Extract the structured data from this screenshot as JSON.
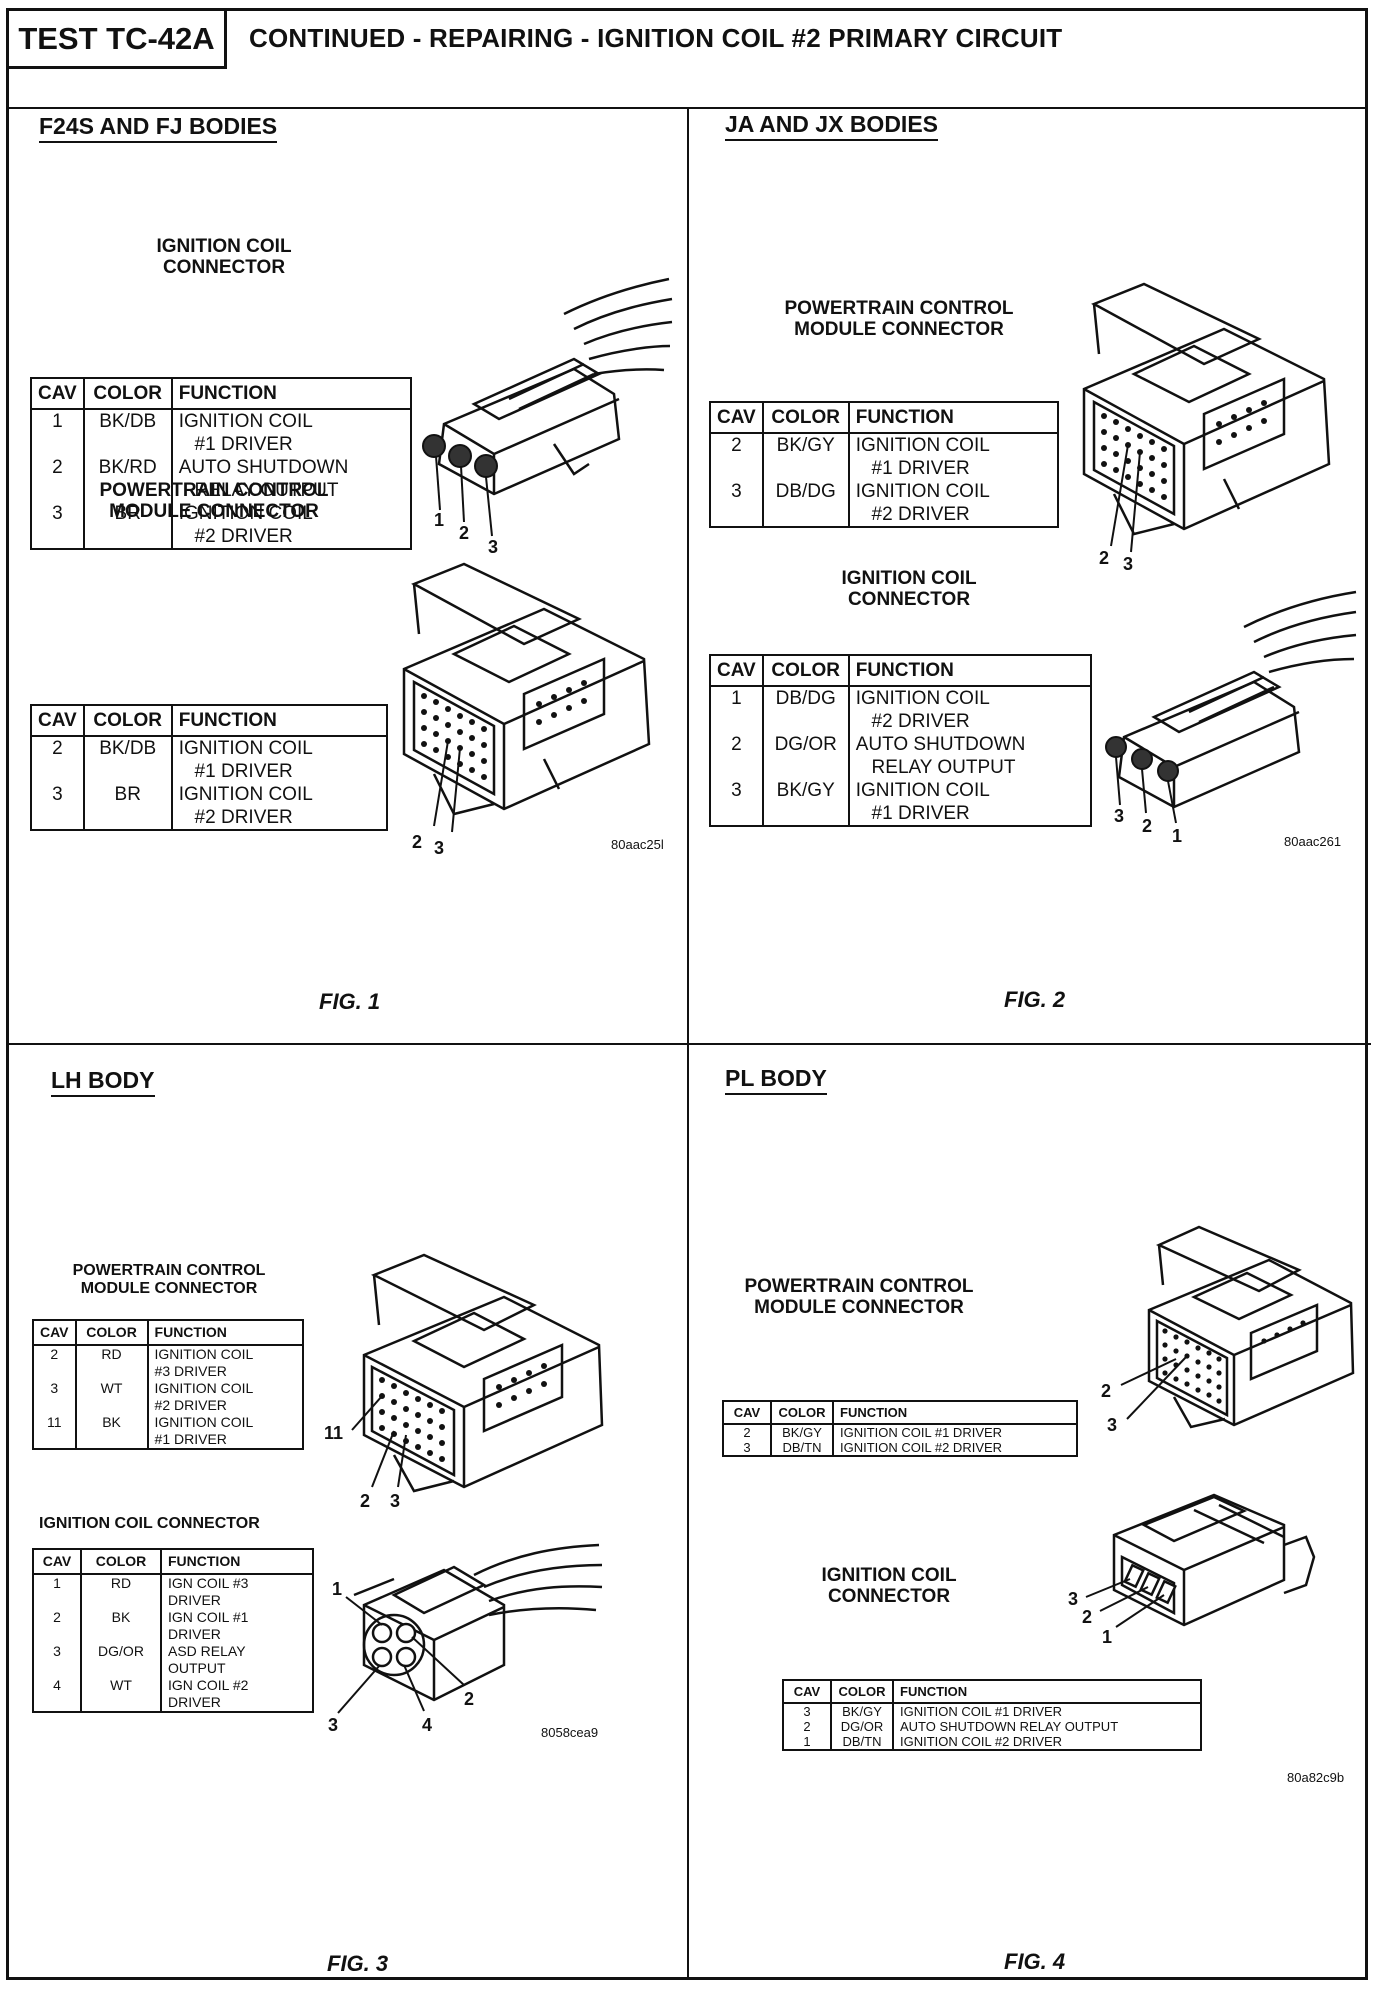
{
  "header": {
    "test_id": "TEST TC-42A",
    "title": "CONTINUED - REPAIRING - IGNITION COIL #2 PRIMARY CIRCUIT"
  },
  "fig1": {
    "panel_title": "F24S AND FJ BODIES",
    "coil_title": "IGNITION COIL\nCONNECTOR",
    "coil_headers": [
      "CAV",
      "COLOR",
      "FUNCTION"
    ],
    "coil_rows": [
      {
        "cav": "1",
        "color": "BK/DB",
        "function": "IGNITION COIL\n   #1 DRIVER"
      },
      {
        "cav": "2",
        "color": "BK/RD",
        "function": "AUTO SHUTDOWN\n   RELAY OUTPUT"
      },
      {
        "cav": "3",
        "color": "BR",
        "function": "IGNITION COIL\n   #2 DRIVER"
      }
    ],
    "coil_pins": [
      "1",
      "2",
      "3"
    ],
    "pcm_title": "POWERTRAIN CONTROL\nMODULE CONNECTOR",
    "pcm_headers": [
      "CAV",
      "COLOR",
      "FUNCTION"
    ],
    "pcm_rows": [
      {
        "cav": "2",
        "color": "BK/DB",
        "function": "IGNITION COIL\n   #1 DRIVER"
      },
      {
        "cav": "3",
        "color": "BR",
        "function": "IGNITION COIL\n   #2 DRIVER"
      }
    ],
    "pcm_pins": [
      "2",
      "3"
    ],
    "code": "80aac25l",
    "caption": "FIG. 1"
  },
  "fig2": {
    "panel_title": "JA AND JX BODIES",
    "pcm_title": "POWERTRAIN CONTROL\nMODULE CONNECTOR",
    "pcm_headers": [
      "CAV",
      "COLOR",
      "FUNCTION"
    ],
    "pcm_rows": [
      {
        "cav": "2",
        "color": "BK/GY",
        "function": "IGNITION COIL\n   #1 DRIVER"
      },
      {
        "cav": "3",
        "color": "DB/DG",
        "function": "IGNITION COIL\n   #2 DRIVER"
      }
    ],
    "pcm_pins": [
      "2",
      "3"
    ],
    "coil_title": "IGNITION COIL\nCONNECTOR",
    "coil_headers": [
      "CAV",
      "COLOR",
      "FUNCTION"
    ],
    "coil_rows": [
      {
        "cav": "1",
        "color": "DB/DG",
        "function": "IGNITION COIL\n   #2 DRIVER"
      },
      {
        "cav": "2",
        "color": "DG/OR",
        "function": "AUTO SHUTDOWN\n   RELAY OUTPUT"
      },
      {
        "cav": "3",
        "color": "BK/GY",
        "function": "IGNITION COIL\n   #1 DRIVER"
      }
    ],
    "coil_pins": [
      "3",
      "2",
      "1"
    ],
    "code": "80aac261",
    "caption": "FIG. 2"
  },
  "fig3": {
    "panel_title": "LH BODY",
    "pcm_title": "POWERTRAIN CONTROL\nMODULE CONNECTOR",
    "pcm_headers": [
      "CAV",
      "COLOR",
      "FUNCTION"
    ],
    "pcm_rows": [
      {
        "cav": "2",
        "color": "RD",
        "function": "IGNITION COIL\n#3 DRIVER"
      },
      {
        "cav": "3",
        "color": "WT",
        "function": "IGNITION COIL\n#2 DRIVER"
      },
      {
        "cav": "11",
        "color": "BK",
        "function": "IGNITION COIL\n#1 DRIVER"
      }
    ],
    "pcm_pins": [
      "11",
      "2",
      "3"
    ],
    "coil_title": "IGNITION COIL CONNECTOR",
    "coil_headers": [
      "CAV",
      "COLOR",
      "FUNCTION"
    ],
    "coil_rows": [
      {
        "cav": "1",
        "color": "RD",
        "function": "IGN COIL #3\nDRIVER"
      },
      {
        "cav": "2",
        "color": "BK",
        "function": "IGN COIL #1\nDRIVER"
      },
      {
        "cav": "3",
        "color": "DG/OR",
        "function": "ASD RELAY\nOUTPUT"
      },
      {
        "cav": "4",
        "color": "WT",
        "function": "IGN COIL #2\nDRIVER"
      }
    ],
    "coil_pins": [
      "1",
      "2",
      "3",
      "4"
    ],
    "code": "8058cea9",
    "caption": "FIG. 3"
  },
  "fig4": {
    "panel_title": "PL BODY",
    "pcm_title": "POWERTRAIN CONTROL\nMODULE CONNECTOR",
    "pcm_headers": [
      "CAV",
      "COLOR",
      "FUNCTION"
    ],
    "pcm_rows": [
      {
        "cav": "2",
        "color": "BK/GY",
        "function": "IGNITION COIL #1 DRIVER"
      },
      {
        "cav": "3",
        "color": "DB/TN",
        "function": "IGNITION COIL #2 DRIVER"
      }
    ],
    "pcm_pins": [
      "2",
      "3"
    ],
    "coil_title": "IGNITION COIL\nCONNECTOR",
    "coil_headers": [
      "CAV",
      "COLOR",
      "FUNCTION"
    ],
    "coil_rows": [
      {
        "cav": "3",
        "color": "BK/GY",
        "function": "IGNITION COIL #1 DRIVER"
      },
      {
        "cav": "2",
        "color": "DG/OR",
        "function": "AUTO SHUTDOWN RELAY OUTPUT"
      },
      {
        "cav": "1",
        "color": "DB/TN",
        "function": "IGNITION COIL #2 DRIVER"
      }
    ],
    "coil_pins": [
      "3",
      "2",
      "1"
    ],
    "code": "80a82c9b",
    "caption": "FIG. 4"
  }
}
